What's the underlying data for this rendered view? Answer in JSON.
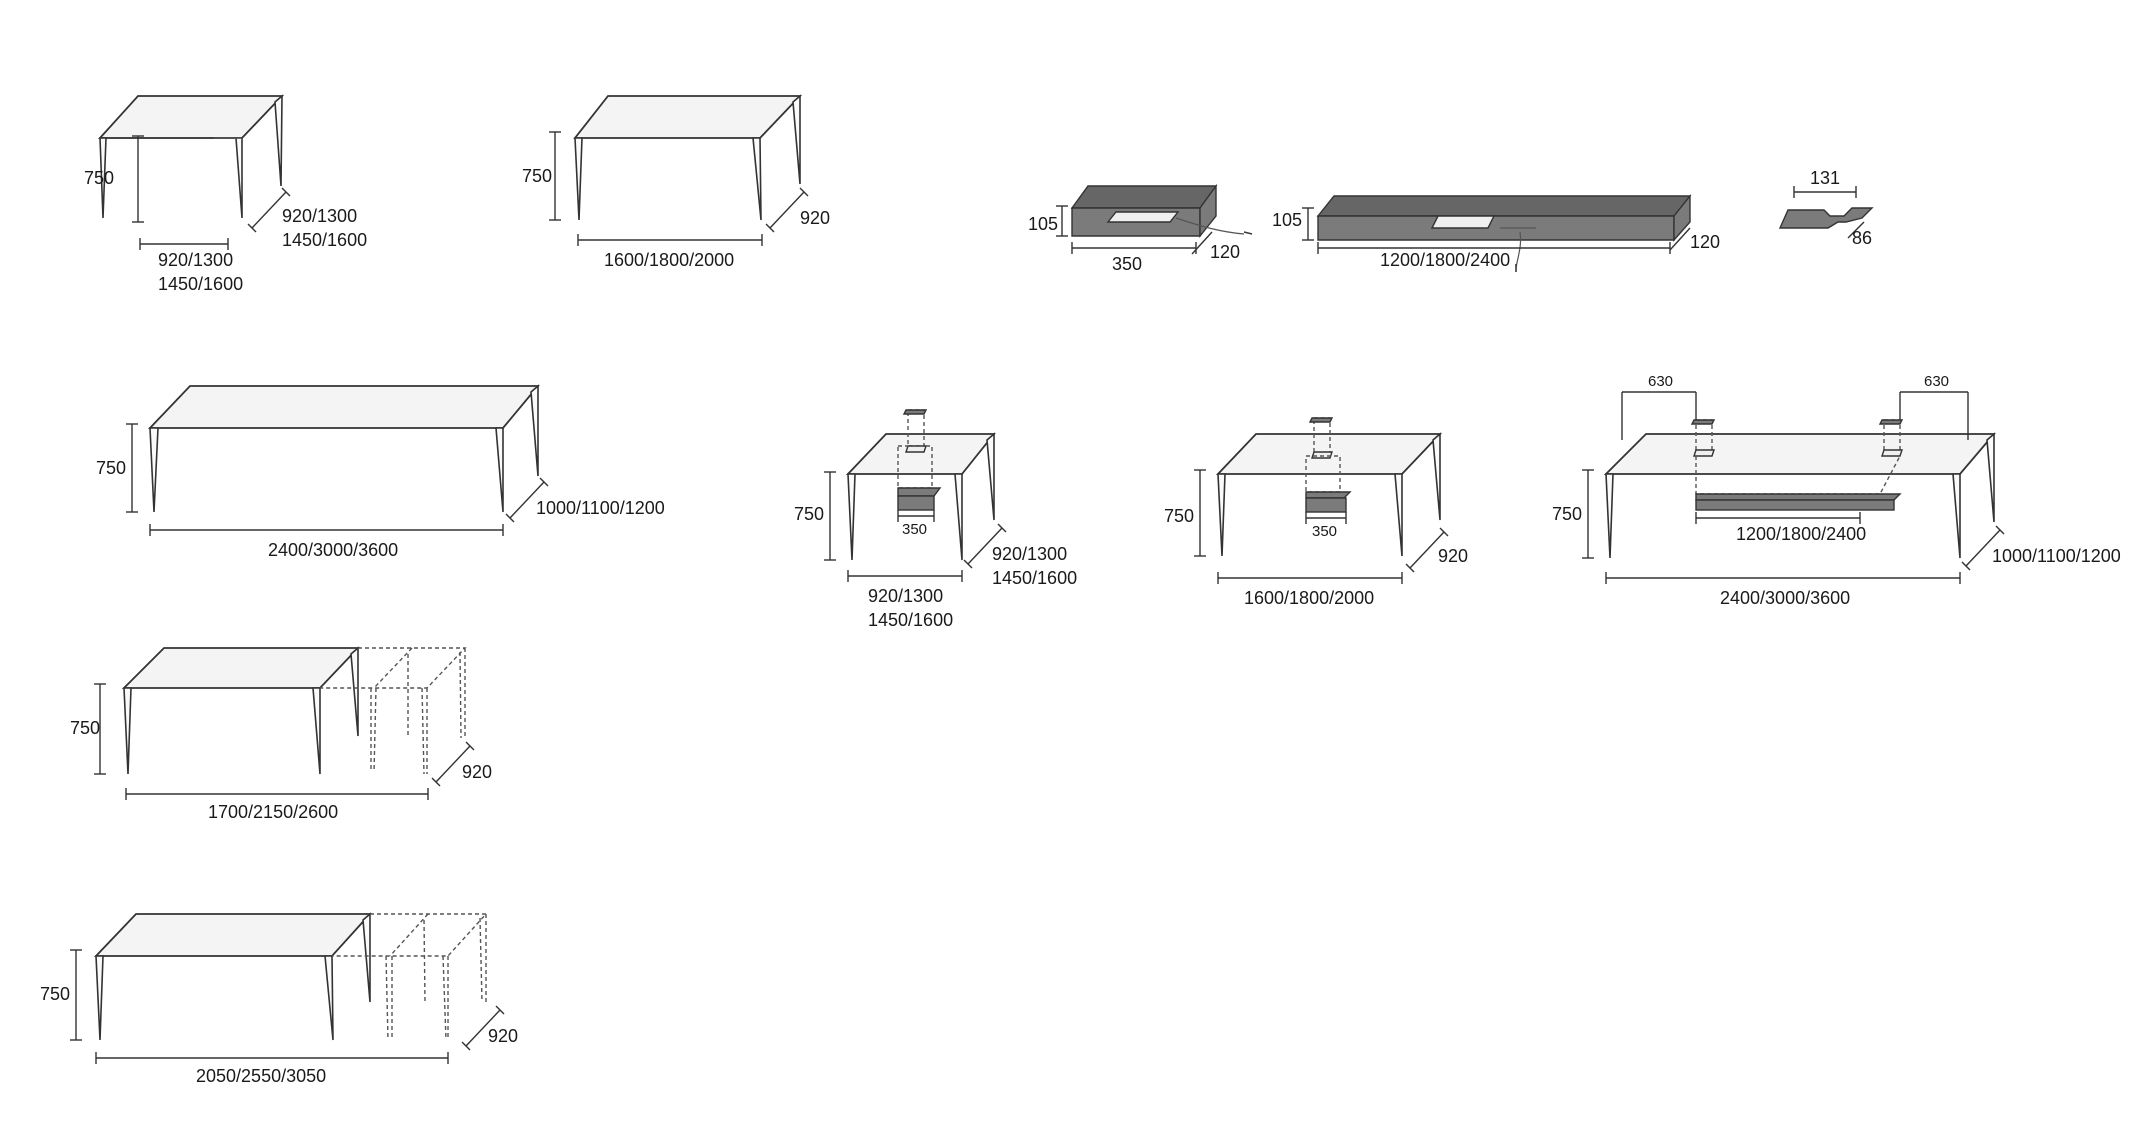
{
  "diagram": {
    "tables": {
      "t1": {
        "height": "750",
        "depth_line1": "920/1300",
        "depth_line2": "1450/1600",
        "width_line1": "920/1300",
        "width_line2": "1450/1600"
      },
      "t2": {
        "height": "750",
        "depth": "920",
        "width": "1600/1800/2000"
      },
      "t3": {
        "height": "750",
        "depth": "1000/1100/1200",
        "width": "2400/3000/3600"
      },
      "t4": {
        "height": "750",
        "depth": "920",
        "width": "1700/2150/2600"
      },
      "t5": {
        "height": "750",
        "depth": "920",
        "width": "2050/2550/3050"
      },
      "t6": {
        "height": "750",
        "box": "350",
        "depth_line1": "920/1300",
        "depth_line2": "1450/1600",
        "width_line1": "920/1300",
        "width_line2": "1450/1600"
      },
      "t7": {
        "height": "750",
        "box": "350",
        "depth": "920",
        "width": "1600/1800/2000"
      },
      "t8": {
        "height": "750",
        "left_offset": "630",
        "right_offset": "630",
        "tray": "1200/1800/2400",
        "depth": "1000/1100/1200",
        "width": "2400/3000/3600"
      }
    },
    "accessories": {
      "a1": {
        "height": "105",
        "width": "350",
        "depth": "120"
      },
      "a2": {
        "height": "105",
        "width": "1200/1800/2400",
        "depth": "120"
      },
      "a3": {
        "width": "131",
        "depth": "86"
      }
    }
  }
}
